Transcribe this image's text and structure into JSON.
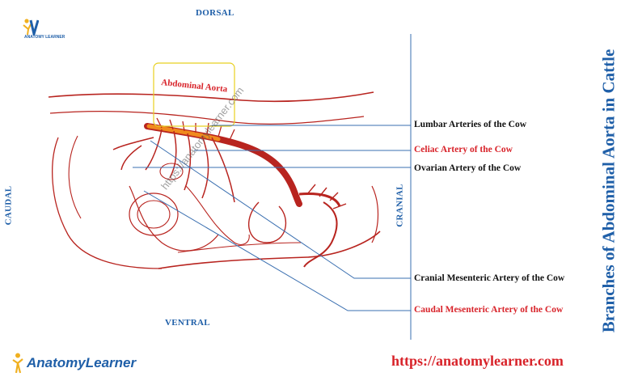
{
  "orientation": {
    "dorsal": "DORSAL",
    "ventral": "VENTRAL",
    "caudal": "CAUDAL",
    "cranial": "CRANIAL"
  },
  "title": "Branches of Abdominal Aorta in Cattle",
  "aorta_label": "Abdominal Aorta",
  "labels": {
    "lumbar": "Lumbar  Arteries of the Cow",
    "celiac": "Celiac Artery of the Cow",
    "ovarian": "Ovarian Artery of the Cow",
    "cranial_mesenteric": "Cranial  Mesenteric Artery of the Cow",
    "caudal_mesenteric": "Caudal  Mesenteric Artery of the Cow"
  },
  "watermark": "https://anatomylearner.com",
  "website": "https://anatomylearner.com",
  "brand": {
    "name": "AnatomyLearner",
    "small_text": "ANATOMY LEARNER",
    "logo_icon": "anatomy-figure-icon"
  },
  "colors": {
    "title": "#1f5fa8",
    "red_label": "#d8232a",
    "artery": "#b8241f",
    "aorta_highlight": "#f08a1c",
    "leader_line": "#3a6fb0"
  }
}
